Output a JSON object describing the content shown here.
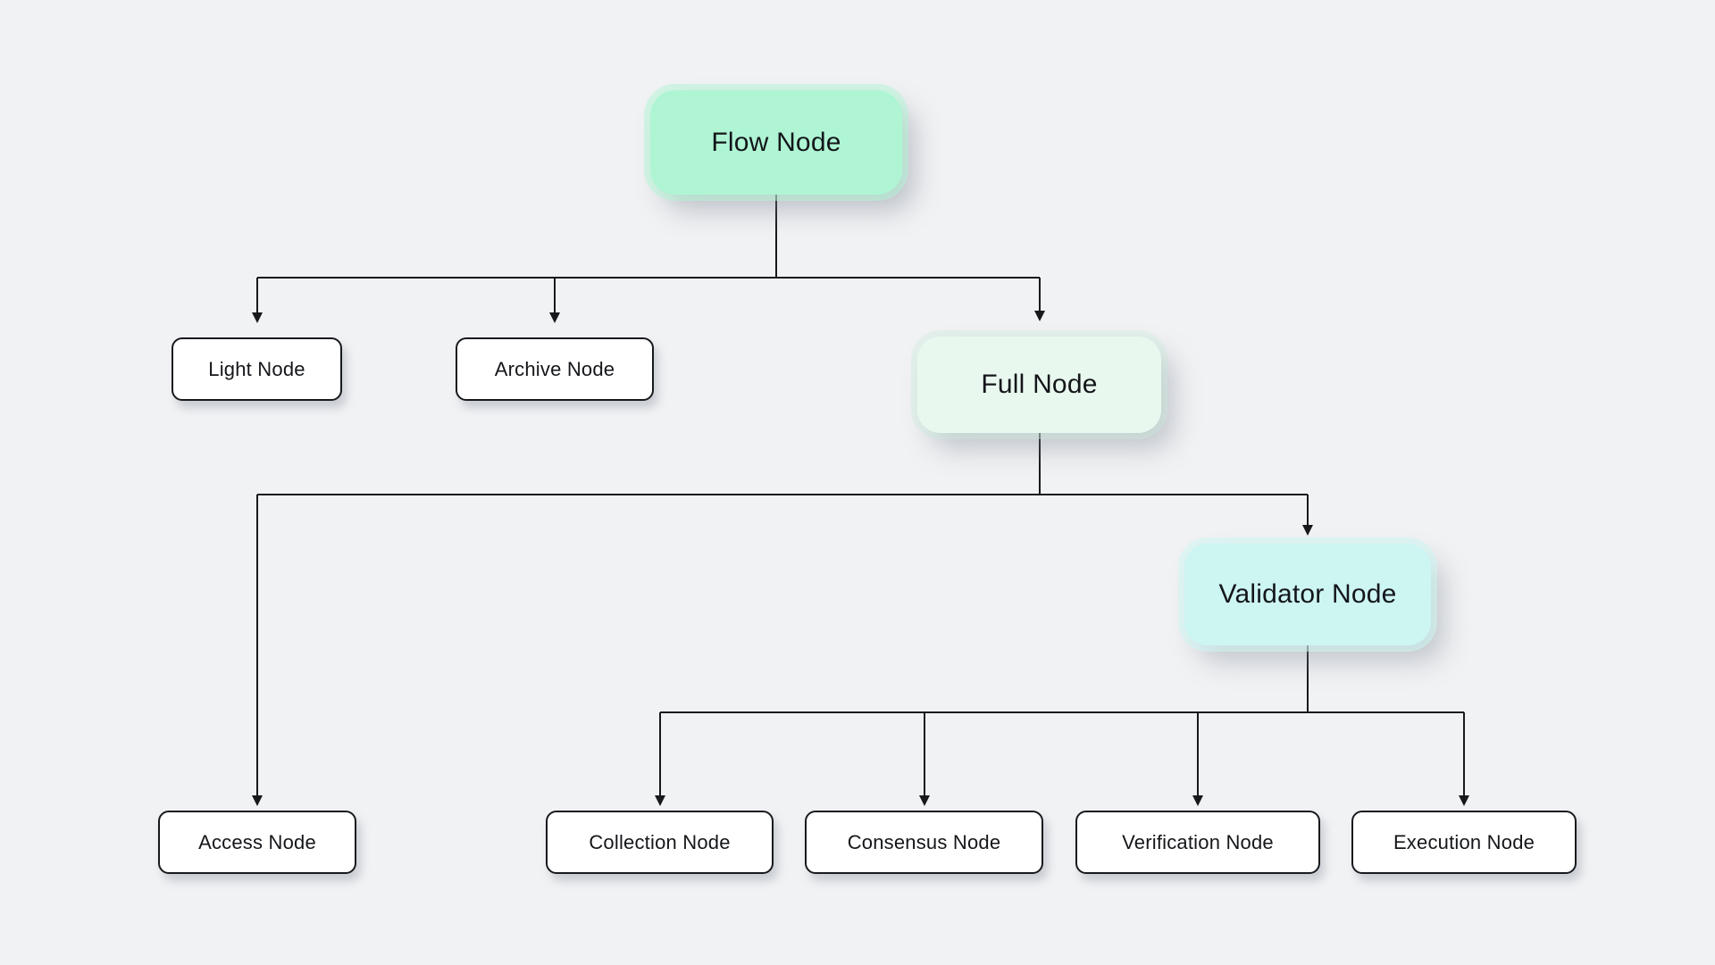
{
  "diagram": {
    "kind": "org-chart-tree",
    "root_label": "Flow Node"
  },
  "colors": {
    "background": "#f1f2f4",
    "line": "#17191d",
    "text": "#14161a",
    "node_border": "#17191d",
    "flow_node_fill": "#aff5d4",
    "full_node_fill": "#e9f8ef",
    "validator_node_fill": "#cdf5f2",
    "leaf_node_fill": "#ffffff"
  },
  "nodes": [
    {
      "id": "flow",
      "label": "Flow Node",
      "style": "primary"
    },
    {
      "id": "light",
      "label": "Light Node",
      "style": "plain"
    },
    {
      "id": "archive",
      "label": "Archive Node",
      "style": "plain"
    },
    {
      "id": "full",
      "label": "Full Node",
      "style": "secondary"
    },
    {
      "id": "access",
      "label": "Access Node",
      "style": "plain"
    },
    {
      "id": "validator",
      "label": "Validator Node",
      "style": "tertiary"
    },
    {
      "id": "collection",
      "label": "Collection Node",
      "style": "plain"
    },
    {
      "id": "consensus",
      "label": "Consensus Node",
      "style": "plain"
    },
    {
      "id": "verification",
      "label": "Verification Node",
      "style": "plain"
    },
    {
      "id": "execution",
      "label": "Execution Node",
      "style": "plain"
    }
  ],
  "edges": [
    {
      "from": "flow",
      "to": "light"
    },
    {
      "from": "flow",
      "to": "archive"
    },
    {
      "from": "flow",
      "to": "full"
    },
    {
      "from": "full",
      "to": "access"
    },
    {
      "from": "full",
      "to": "validator"
    },
    {
      "from": "validator",
      "to": "collection"
    },
    {
      "from": "validator",
      "to": "consensus"
    },
    {
      "from": "validator",
      "to": "verification"
    },
    {
      "from": "validator",
      "to": "execution"
    }
  ]
}
